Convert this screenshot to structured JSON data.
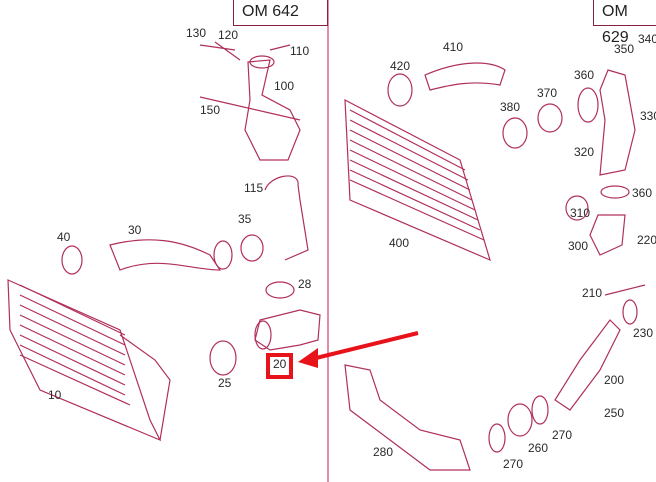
{
  "engines": {
    "left": "OM 642",
    "right": "OM 629"
  },
  "highlight": {
    "part": "20",
    "color": "#e8131a"
  },
  "line_color": "#b0305a",
  "left_parts": [
    "130",
    "120",
    "110",
    "100",
    "150",
    "115",
    "40",
    "30",
    "35",
    "28",
    "20",
    "10",
    "25"
  ],
  "right_parts": [
    "410",
    "420",
    "370",
    "360",
    "380",
    "350",
    "340",
    "330",
    "320",
    "360",
    "310",
    "400",
    "300",
    "220",
    "210",
    "230",
    "200",
    "250",
    "270",
    "260",
    "270",
    "280"
  ]
}
